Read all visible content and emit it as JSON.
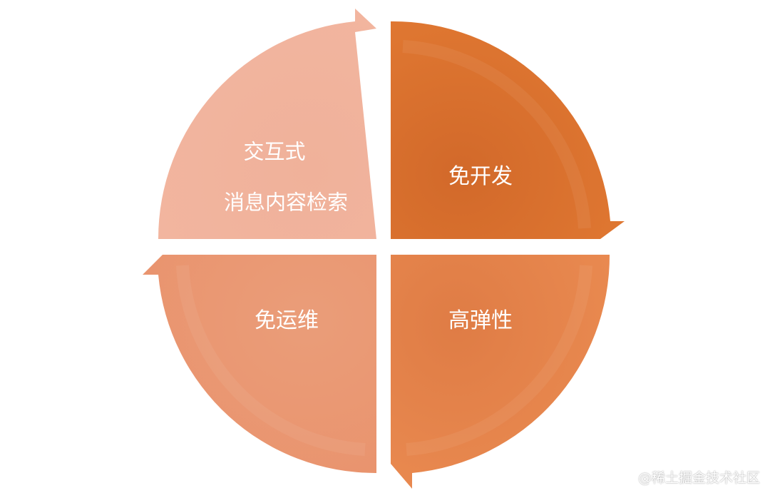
{
  "quadrants": {
    "top_left": {
      "line1": "交互式",
      "line2": "消息内容检索",
      "color": "#F0B39D"
    },
    "top_right": {
      "label": "免开发",
      "color": "#D4702E"
    },
    "bottom_left": {
      "label": "免运维",
      "color": "#EA9A76"
    },
    "bottom_right": {
      "label": "高弹性",
      "color": "#E3834D"
    }
  },
  "watermark": "@稀土掘金技术社区"
}
